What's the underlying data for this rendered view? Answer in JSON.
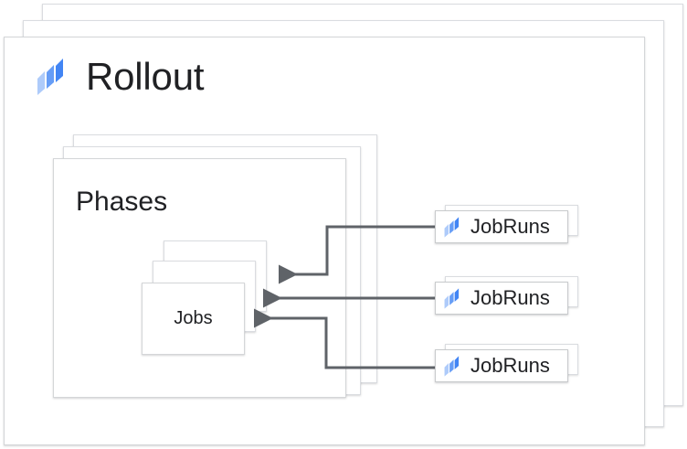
{
  "diagram": {
    "title": "Rollout",
    "logo_icon": "rollout-logo-icon",
    "colors": {
      "logo_light": "#aecbfa",
      "logo_mid": "#669df6",
      "logo_dark": "#4285f4",
      "text": "#202124",
      "card_border": "#dadce0",
      "arrow": "#5f6368",
      "background": "#ffffff"
    },
    "phases": {
      "title": "Phases",
      "stack_count": 3
    },
    "jobs": {
      "title": "Jobs",
      "stack_count": 3
    },
    "jobruns": [
      {
        "label": "JobRuns",
        "icon": "rollout-logo-icon"
      },
      {
        "label": "JobRuns",
        "icon": "rollout-logo-icon"
      },
      {
        "label": "JobRuns",
        "icon": "rollout-logo-icon"
      }
    ],
    "connectors": [
      {
        "from": "jobruns-0",
        "to": "jobs",
        "style": "elbow-down"
      },
      {
        "from": "jobruns-1",
        "to": "jobs",
        "style": "straight"
      },
      {
        "from": "jobruns-2",
        "to": "jobs",
        "style": "elbow-up"
      }
    ],
    "outer_stack_count": 3
  }
}
